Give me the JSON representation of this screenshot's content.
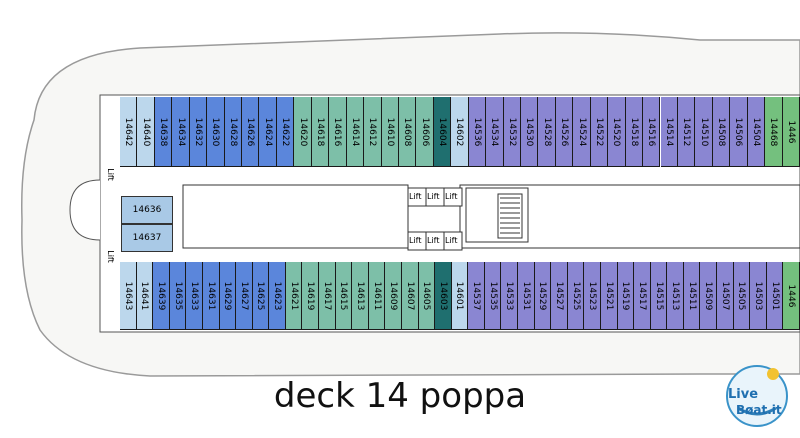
{
  "caption": "deck 14 poppa",
  "logo": {
    "text_top": "Live",
    "text_bottom": "Bøat.it",
    "icon": "live-boat-logo"
  },
  "lift_label": "Lift",
  "colors": {
    "light_blue": "#bcd7ec",
    "blue": "#5b86db",
    "teal": "#7dbfa8",
    "dark_teal": "#1f6f6f",
    "purple": "#8a86d2",
    "green": "#74c07e",
    "hull": "#f7f7f5"
  },
  "cabins_top": [
    {
      "n": "14642",
      "c": "light_blue"
    },
    {
      "n": "14640",
      "c": "light_blue"
    },
    {
      "n": "14638",
      "c": "blue"
    },
    {
      "n": "14634",
      "c": "blue"
    },
    {
      "n": "14632",
      "c": "blue"
    },
    {
      "n": "14630",
      "c": "blue"
    },
    {
      "n": "14628",
      "c": "blue"
    },
    {
      "n": "14626",
      "c": "blue"
    },
    {
      "n": "14624",
      "c": "blue"
    },
    {
      "n": "14622",
      "c": "blue"
    },
    {
      "n": "14620",
      "c": "teal"
    },
    {
      "n": "14618",
      "c": "teal"
    },
    {
      "n": "14616",
      "c": "teal"
    },
    {
      "n": "14614",
      "c": "teal"
    },
    {
      "n": "14612",
      "c": "teal"
    },
    {
      "n": "14610",
      "c": "teal"
    },
    {
      "n": "14608",
      "c": "teal"
    },
    {
      "n": "14606",
      "c": "teal"
    },
    {
      "n": "14604",
      "c": "dark_teal"
    },
    {
      "n": "14602",
      "c": "light_blue"
    },
    {
      "n": "14536",
      "c": "purple"
    },
    {
      "n": "14534",
      "c": "purple"
    },
    {
      "n": "14532",
      "c": "purple"
    },
    {
      "n": "14530",
      "c": "purple"
    },
    {
      "n": "14528",
      "c": "purple"
    },
    {
      "n": "14526",
      "c": "purple"
    },
    {
      "n": "14524",
      "c": "purple"
    },
    {
      "n": "14522",
      "c": "purple"
    },
    {
      "n": "14520",
      "c": "purple"
    },
    {
      "n": "14518",
      "c": "purple"
    },
    {
      "n": "14516",
      "c": "purple"
    },
    {
      "n": "14514",
      "c": "purple"
    },
    {
      "n": "14512",
      "c": "purple"
    },
    {
      "n": "14510",
      "c": "purple"
    },
    {
      "n": "14508",
      "c": "purple"
    },
    {
      "n": "14506",
      "c": "purple"
    },
    {
      "n": "14504",
      "c": "purple"
    },
    {
      "n": "14468",
      "c": "green"
    },
    {
      "n": "1446",
      "c": "green"
    }
  ],
  "cabins_bottom": [
    {
      "n": "14643",
      "c": "light_blue"
    },
    {
      "n": "14641",
      "c": "light_blue"
    },
    {
      "n": "14639",
      "c": "blue"
    },
    {
      "n": "14635",
      "c": "blue"
    },
    {
      "n": "14633",
      "c": "blue"
    },
    {
      "n": "14631",
      "c": "blue"
    },
    {
      "n": "14629",
      "c": "blue"
    },
    {
      "n": "14627",
      "c": "blue"
    },
    {
      "n": "14625",
      "c": "blue"
    },
    {
      "n": "14623",
      "c": "blue"
    },
    {
      "n": "14621",
      "c": "teal"
    },
    {
      "n": "14619",
      "c": "teal"
    },
    {
      "n": "14617",
      "c": "teal"
    },
    {
      "n": "14615",
      "c": "teal"
    },
    {
      "n": "14613",
      "c": "teal"
    },
    {
      "n": "14611",
      "c": "teal"
    },
    {
      "n": "14609",
      "c": "teal"
    },
    {
      "n": "14607",
      "c": "teal"
    },
    {
      "n": "14605",
      "c": "teal"
    },
    {
      "n": "14603",
      "c": "dark_teal"
    },
    {
      "n": "14601",
      "c": "light_blue"
    },
    {
      "n": "14537",
      "c": "purple"
    },
    {
      "n": "14535",
      "c": "purple"
    },
    {
      "n": "14533",
      "c": "purple"
    },
    {
      "n": "14531",
      "c": "purple"
    },
    {
      "n": "14529",
      "c": "purple"
    },
    {
      "n": "14527",
      "c": "purple"
    },
    {
      "n": "14525",
      "c": "purple"
    },
    {
      "n": "14523",
      "c": "purple"
    },
    {
      "n": "14521",
      "c": "purple"
    },
    {
      "n": "14519",
      "c": "purple"
    },
    {
      "n": "14517",
      "c": "purple"
    },
    {
      "n": "14515",
      "c": "purple"
    },
    {
      "n": "14513",
      "c": "purple"
    },
    {
      "n": "14511",
      "c": "purple"
    },
    {
      "n": "14509",
      "c": "purple"
    },
    {
      "n": "14507",
      "c": "purple"
    },
    {
      "n": "14505",
      "c": "purple"
    },
    {
      "n": "14503",
      "c": "purple"
    },
    {
      "n": "14501",
      "c": "purple"
    },
    {
      "n": "1446",
      "c": "green"
    }
  ],
  "side_cabins": [
    "14636",
    "14637"
  ]
}
